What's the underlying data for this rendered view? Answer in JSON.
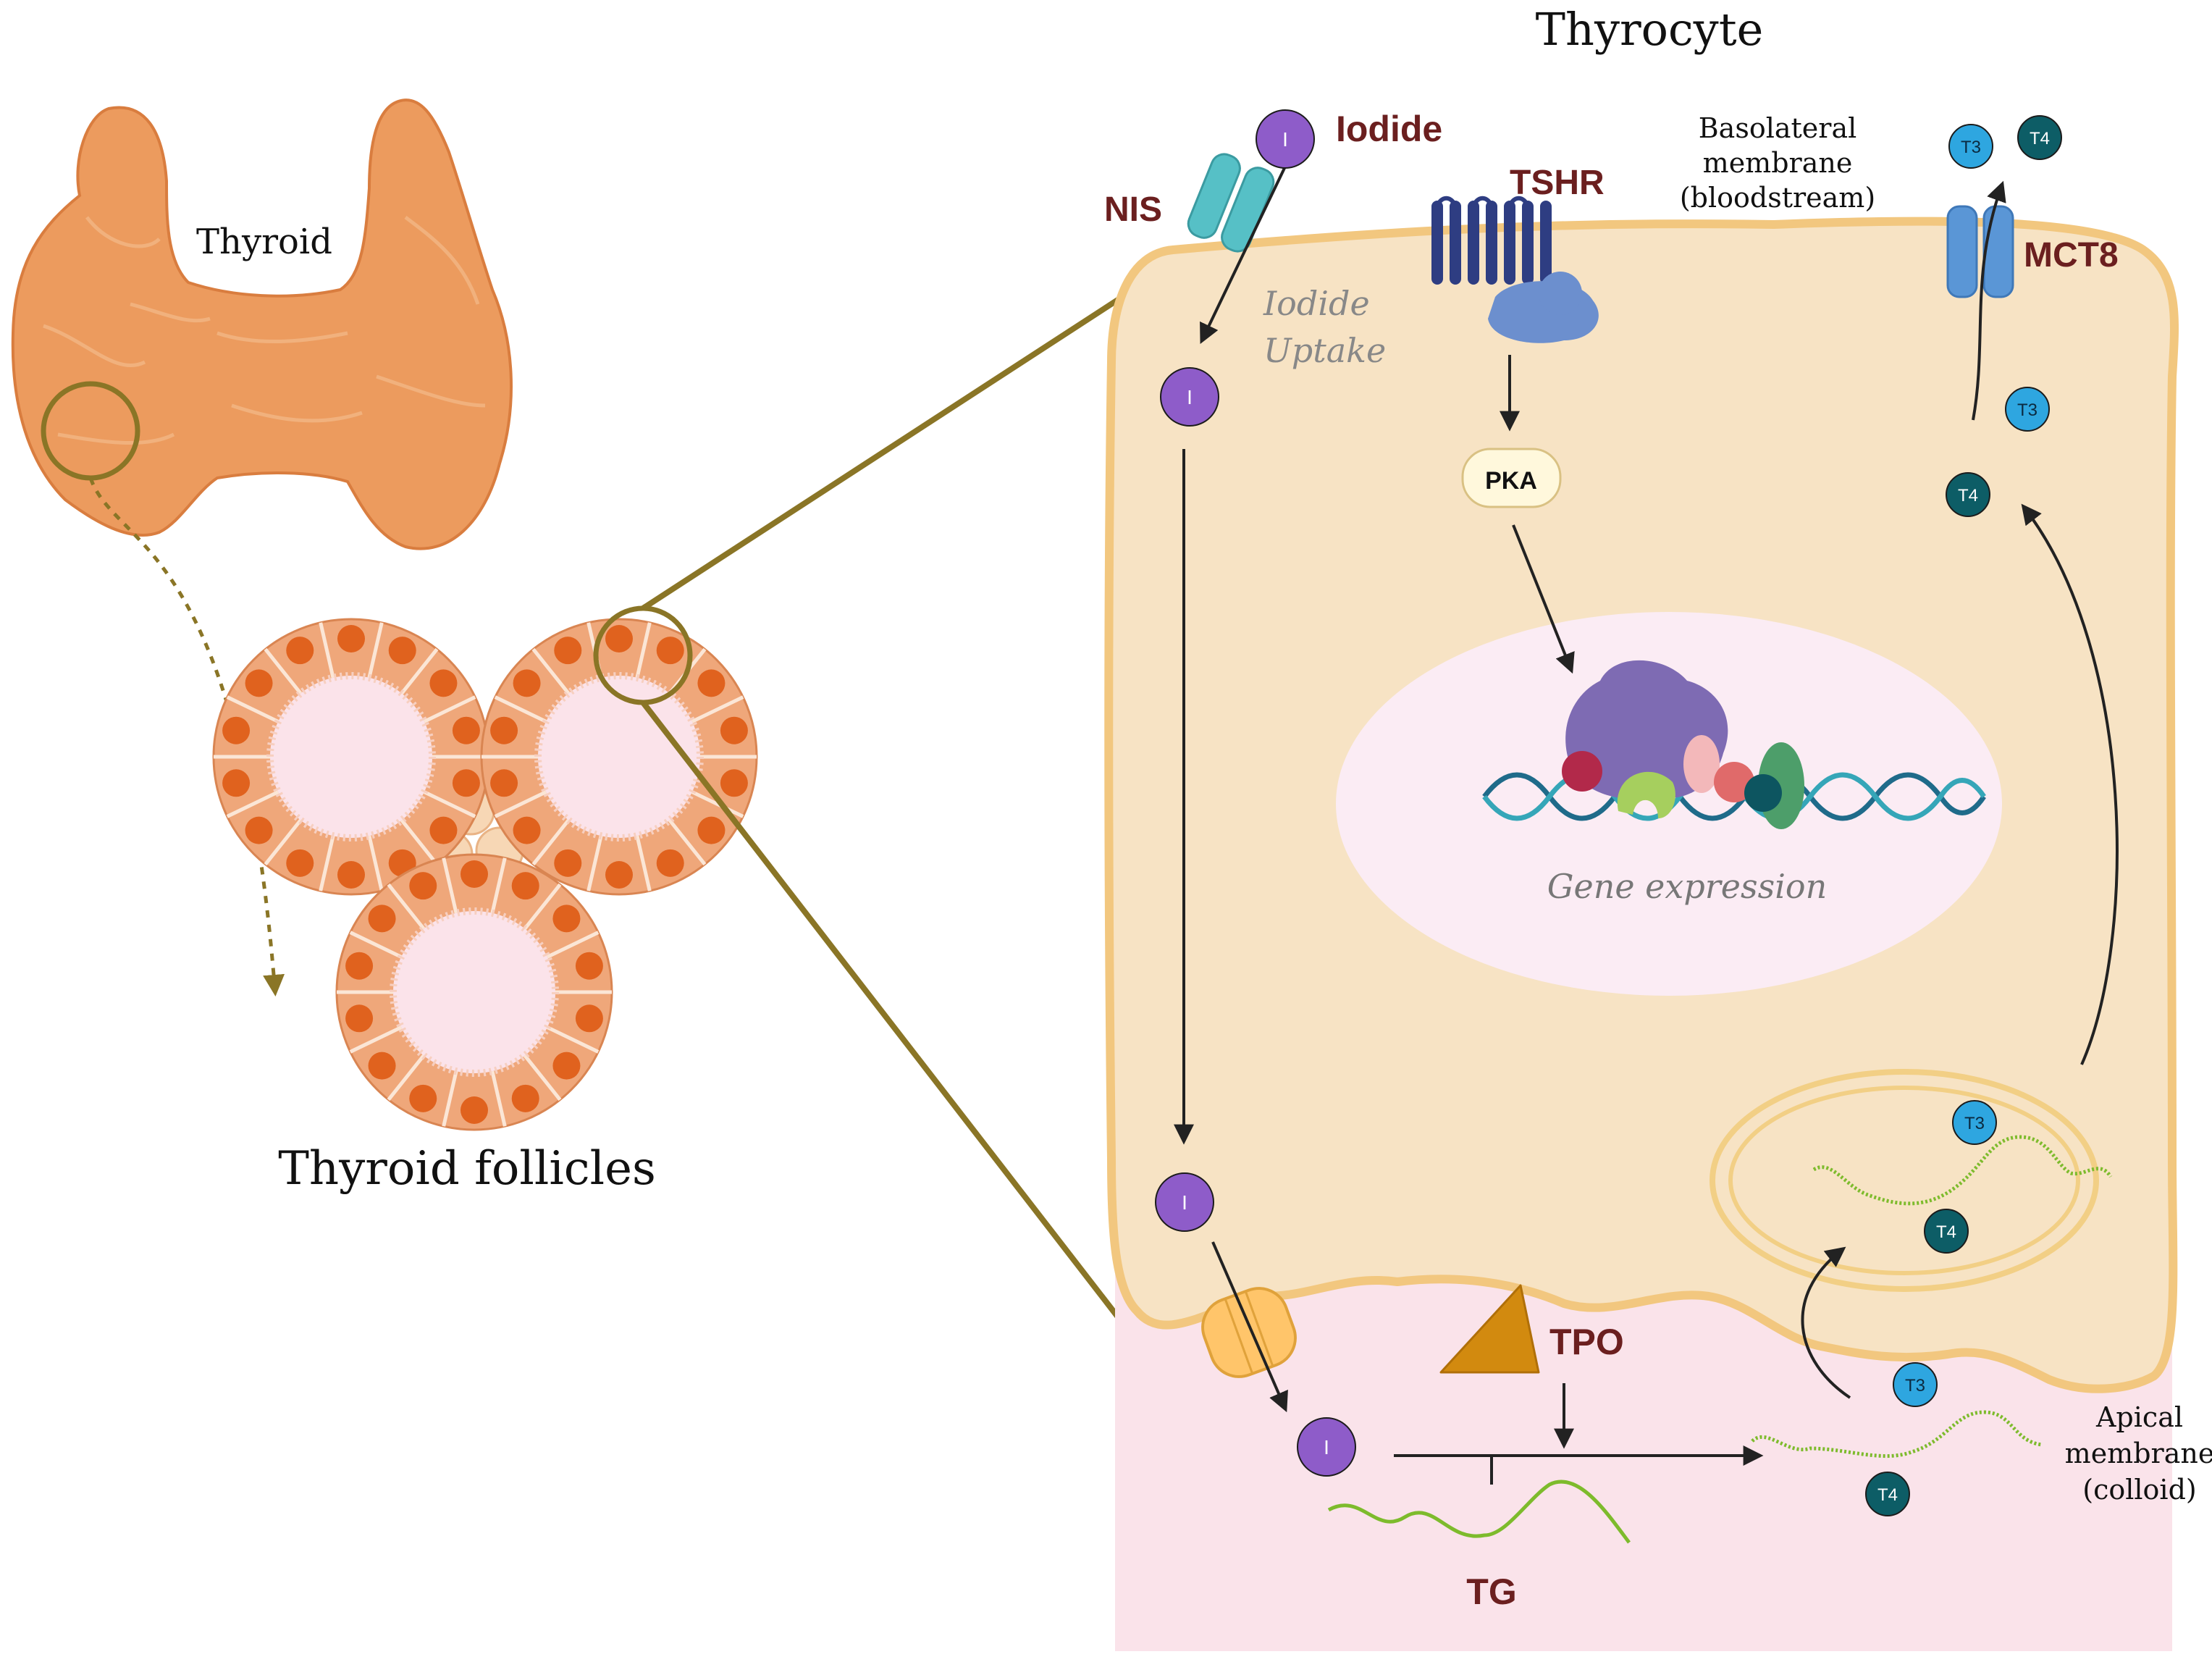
{
  "title": "Thyrocyte",
  "labels": {
    "thyroid": "Thyroid",
    "thyroid_follicles": "Thyroid follicles",
    "iodide": "Iodide",
    "nis": "NIS",
    "iodide_uptake_line1": "Iodide",
    "iodide_uptake_line2": "Uptake",
    "tshr": "TSHR",
    "basolateral_line1": "Basolateral",
    "basolateral_line2": "membrane",
    "basolateral_line3": "(bloodstream)",
    "mct8": "MCT8",
    "pka": "PKA",
    "gene_expression": "Gene expression",
    "tpo": "TPO",
    "tg": "TG",
    "apical_line1": "Apical",
    "apical_line2": "membrane",
    "apical_line3": "(colloid)"
  },
  "molecules": {
    "iodide_symbol": "I",
    "t3": "T3",
    "t4": "T4"
  },
  "colors": {
    "label_dark_red": "#6b1f1f",
    "iodide_purple": "#8e5cc9",
    "t3_blue": "#2ea6e0",
    "t4_teal": "#0d5d66",
    "cell_fill": "#f7e3c4",
    "cell_border": "#f2c77f",
    "colloid_pink": "#fae3ea",
    "nucleus_pink": "#fbecf4",
    "connector_olive": "#8a7526",
    "thyroid_orange": "#ec9b5e",
    "tg_green": "#7dbb2c",
    "tpo_orange": "#d28a0f",
    "mct8_blue": "#5a96d6",
    "nis_teal": "#56c0c6"
  }
}
